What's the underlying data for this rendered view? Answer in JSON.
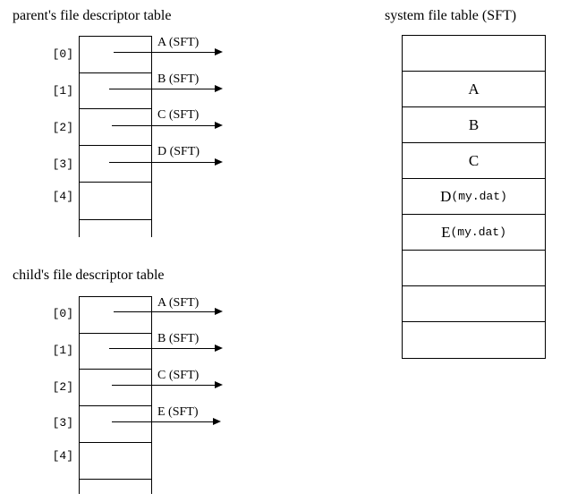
{
  "parent_table": {
    "title": "parent's file descriptor table",
    "indices": [
      "[0]",
      "[1]",
      "[2]",
      "[3]",
      "[4]"
    ],
    "pointers": [
      {
        "index": "[0]",
        "label": "A (SFT)"
      },
      {
        "index": "[1]",
        "label": "B (SFT)"
      },
      {
        "index": "[2]",
        "label": "C (SFT)"
      },
      {
        "index": "[3]",
        "label": "D (SFT)"
      }
    ]
  },
  "child_table": {
    "title": "child's file descriptor table",
    "indices": [
      "[0]",
      "[1]",
      "[2]",
      "[3]",
      "[4]"
    ],
    "pointers": [
      {
        "index": "[0]",
        "label": "A (SFT)"
      },
      {
        "index": "[1]",
        "label": "B (SFT)"
      },
      {
        "index": "[2]",
        "label": "C (SFT)"
      },
      {
        "index": "[3]",
        "label": "E (SFT)"
      }
    ]
  },
  "system_file_table": {
    "title": "system file table (SFT)",
    "rows": [
      {
        "main": "",
        "detail": ""
      },
      {
        "main": "A",
        "detail": ""
      },
      {
        "main": "B",
        "detail": ""
      },
      {
        "main": "C",
        "detail": ""
      },
      {
        "main": "D",
        "detail": "(my.dat)"
      },
      {
        "main": "E",
        "detail": "(my.dat)"
      },
      {
        "main": "",
        "detail": ""
      },
      {
        "main": "",
        "detail": ""
      },
      {
        "main": "",
        "detail": ""
      }
    ]
  },
  "colors": {
    "ink": "#000000",
    "background": "#ffffff"
  }
}
